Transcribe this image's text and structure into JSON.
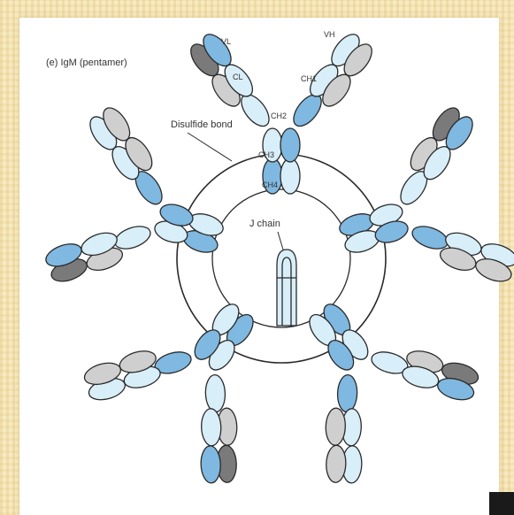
{
  "title": "(e) IgM (pentamer)",
  "labels": {
    "disulfide": "Disulfide bond",
    "jchain": "J chain",
    "vl": "VL",
    "cl": "CL",
    "vh": "VH",
    "ch1": "CH1",
    "ch2": "CH2",
    "ch3": "CH3",
    "ch4": "CH4"
  },
  "colors": {
    "heavy_chain": "#7fb8e0",
    "light_pale": "#d8eef8",
    "light_grey": "#cfcfcf",
    "variable_dark": "#7a7a7a",
    "outline": "#2a2a2a",
    "background": "#f2e2b3"
  }
}
